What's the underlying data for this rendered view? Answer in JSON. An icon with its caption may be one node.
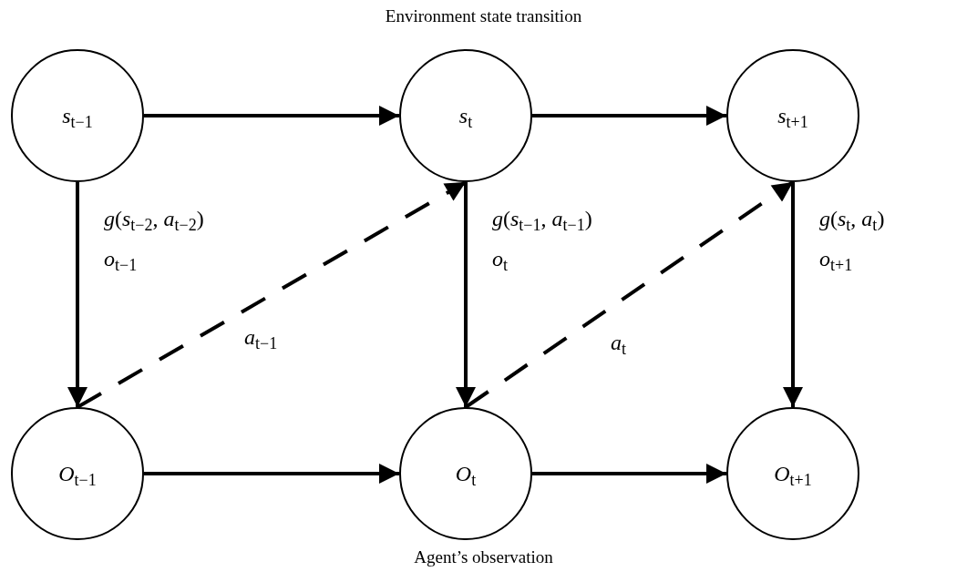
{
  "diagram": {
    "title": "Environment state transition",
    "caption": "Agent’s observation",
    "nodes": [
      {
        "text": [
          "*s*$_{t−1}$"
        ]
      },
      {
        "text": [
          "*s*$_{t}$"
        ]
      },
      {
        "text": [
          "*s*$_{t+1}$"
        ]
      },
      {
        "text": [
          "*O*$_{t−1}$"
        ]
      },
      {
        "text": [
          "*O*$_{t}$"
        ]
      },
      {
        "text": [
          "*O*$_{t+1}$"
        ]
      }
    ],
    "edges": [
      {
        "from": 0,
        "to": 1,
        "arrow": "to"
      },
      {
        "from": 1,
        "to": 2,
        "arrow": "to"
      },
      {
        "from": 3,
        "to": 4,
        "arrow": "to"
      },
      {
        "from": 4,
        "to": 5,
        "arrow": "to"
      },
      {
        "from": 0,
        "to": 3,
        "arrow": "to",
        "label": "*g*(*s*$_{t−2}$, *a*$_{t−2}$)"
      },
      {
        "from": 1,
        "to": 4,
        "arrow": "to",
        "label": "*g*(*s*$_{t−1}$, *a*$_{t−1}$)"
      },
      {
        "from": 2,
        "to": 5,
        "arrow": "to",
        "label": "*g*(*s*$_{t}$, *a*$_{t}$)"
      },
      {
        "from": 3,
        "to": 1,
        "arrow": "to",
        "style": "dashed",
        "label": "*a*$_{t−1}$"
      },
      {
        "from": 4,
        "to": 2,
        "arrow": "to",
        "style": "dashed",
        "label": "*a*$_{t}$"
      }
    ],
    "labels": [
      "*o*$_{t−1}$",
      "*o*$_{t}$",
      "*o*$_{t+1}$"
    ]
  }
}
